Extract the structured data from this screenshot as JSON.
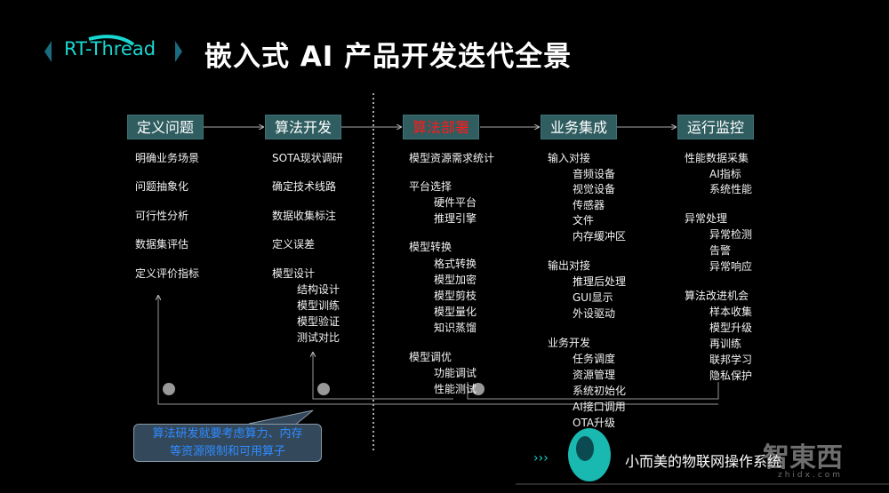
{
  "header": {
    "logo_text": "RT-Thread",
    "title": "嵌入式 AI 产品开发迭代全景"
  },
  "stages": [
    {
      "label": "定义问题"
    },
    {
      "label": "算法开发"
    },
    {
      "label": "算法部署",
      "color": "#ff1a1a"
    },
    {
      "label": "业务集成"
    },
    {
      "label": "运行监控"
    }
  ],
  "columns": {
    "c1": [
      "明确业务场景",
      "问题抽象化",
      "可行性分析",
      "数据集评估",
      "定义评价指标"
    ],
    "c2": [
      "SOTA现状调研",
      "确定技术线路",
      "数据收集标注",
      "定义误差",
      "模型设计",
      "结构设计",
      "模型训练",
      "模型验证",
      "测试对比"
    ],
    "c3": [
      "模型资源需求统计",
      "平台选择",
      "硬件平台",
      "推理引擎",
      "模型转换",
      "格式转换",
      "模型加密",
      "模型剪枝",
      "模型量化",
      "知识蒸馏",
      "模型调优",
      "功能调试",
      "性能测试"
    ],
    "c4": [
      "输入对接",
      "音频设备",
      "视觉设备",
      "传感器",
      "文件",
      "内存缓冲区",
      "输出对接",
      "推理后处理",
      "GUI显示",
      "外设驱动",
      "业务开发",
      "任务调度",
      "资源管理",
      "系统初始化",
      "AI接口调用",
      "OTA升级"
    ],
    "c5": [
      "性能数据采集",
      "AI指标",
      "系统性能",
      "异常处理",
      "异常检测",
      "告警",
      "异常响应",
      "算法改进机会",
      "样本收集",
      "模型升级",
      "再训练",
      "联邦学习",
      "隐私保护"
    ]
  },
  "callout": {
    "line1": "算法研发就要考虑算力、内存",
    "line2": "等资源限制和可用算子"
  },
  "footer": {
    "tagline": "小而美的物联网操作系统",
    "watermark": "智東西",
    "watermark_url": "zhidx.com"
  },
  "colors": {
    "header_bg": "#2f5d60",
    "callout_text": "#2d8cff",
    "logo": "#19d6d0"
  }
}
